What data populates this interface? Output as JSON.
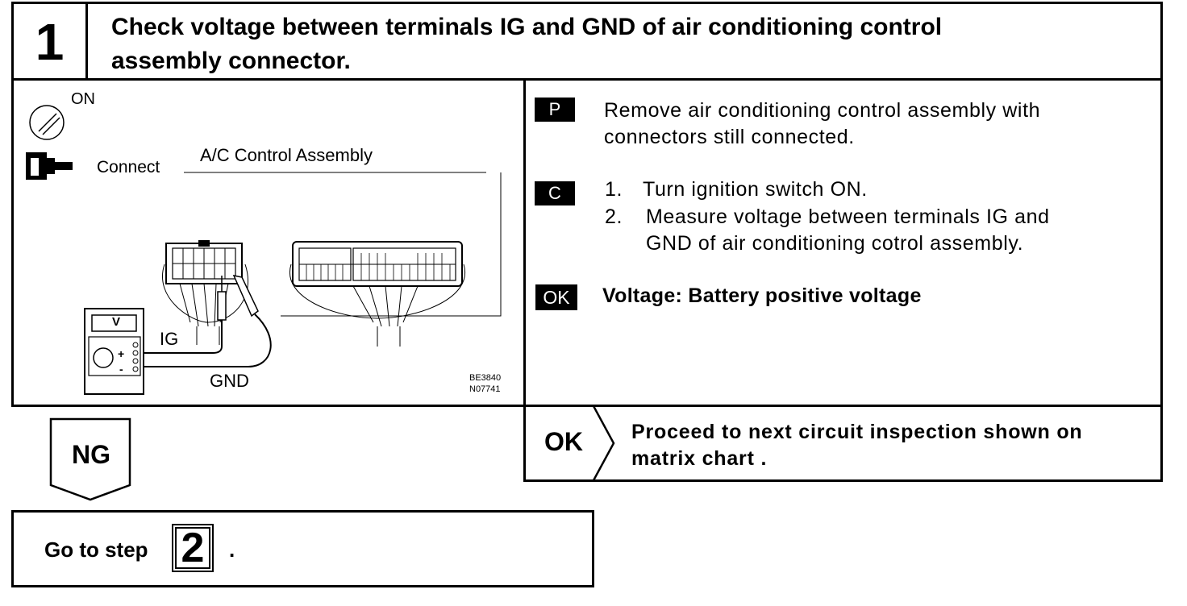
{
  "step": {
    "number": "1",
    "title_line1": "Check voltage between terminals IG and GND of air conditioning control",
    "title_line2": "assembly connector."
  },
  "diagram": {
    "on_label": "ON",
    "connect_label": "Connect",
    "assembly_label": "A/C Control Assembly",
    "meter_label": "V",
    "ig_label": "IG",
    "gnd_label": "GND",
    "code1": "BE3840",
    "code2": "N07741"
  },
  "instructions": {
    "p_tag": "P",
    "p_text_line1": "Remove air conditioning control assembly with",
    "p_text_line2": "connectors still connected.",
    "c_tag": "C",
    "c_item1_num": "1.",
    "c_item1_text": "Turn ignition switch ON.",
    "c_item2_num": "2.",
    "c_item2_text_line1": "Measure voltage between terminals IG and",
    "c_item2_text_line2": "GND of air conditioning cotrol assembly.",
    "ok_tag": "OK",
    "ok_text": "Voltage:  Battery positive voltage"
  },
  "ok_branch": {
    "label": "OK",
    "text_line1": "Proceed to next circuit inspection shown on",
    "text_line2": "matrix chart ."
  },
  "ng_branch": {
    "label": "NG",
    "goto_text": "Go to step",
    "goto_step": "2",
    "goto_suffix": "."
  }
}
